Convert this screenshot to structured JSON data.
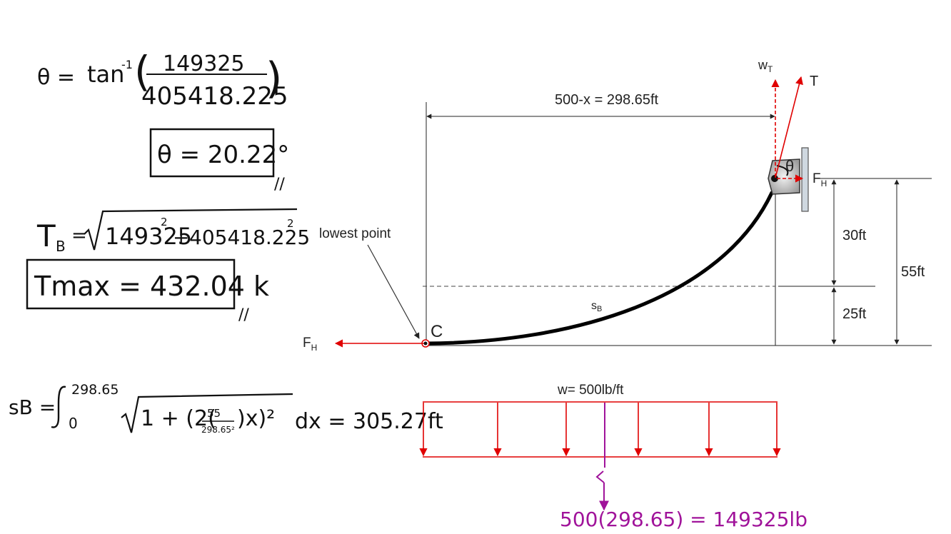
{
  "colors": {
    "ink": "#111111",
    "force": "#e00000",
    "resultant": "#a0139a",
    "support": "#cfd8e0"
  },
  "notes": {
    "theta_lhs": "θ =",
    "theta_fn": "tan",
    "theta_exp": "-1",
    "theta_num": "149325",
    "theta_den": "405418.225",
    "theta_result": "θ = 20.22°",
    "tb_lhs": "T",
    "tb_sub": "B",
    "tb_eq": "=",
    "tb_term1": "149325",
    "tb_exp1": "2",
    "tb_plus": "+",
    "tb_term2": "405418.225",
    "tb_exp2": "2",
    "tmax_result": "Tmax = 432.04 k",
    "sb_lhs": "sB =",
    "sb_upper": "298.65",
    "sb_lower": "0",
    "sb_body_1": "1 + (2(",
    "sb_frac_num": "55",
    "sb_frac_den": "298.65²",
    "sb_body_2": ")x)²",
    "sb_tail": "dx = 305.27ft",
    "done_mark": "//"
  },
  "diagram": {
    "horizontal_dim": "500-x = 298.65ft",
    "lowest_point": "lowest point",
    "point_c": "C",
    "fh_left": "F",
    "fh_left_sub": "H",
    "fh_right": "F",
    "fh_right_sub": "H",
    "wt": "w",
    "wt_sub": "T",
    "t": "T",
    "theta": "θ",
    "sb": "s",
    "sb_sub": "B",
    "dim_30": "30ft",
    "dim_25": "25ft",
    "dim_55": "55ft",
    "load_label": "w= 500lb/ft",
    "resultant": "500(298.65) = 149325lb"
  }
}
